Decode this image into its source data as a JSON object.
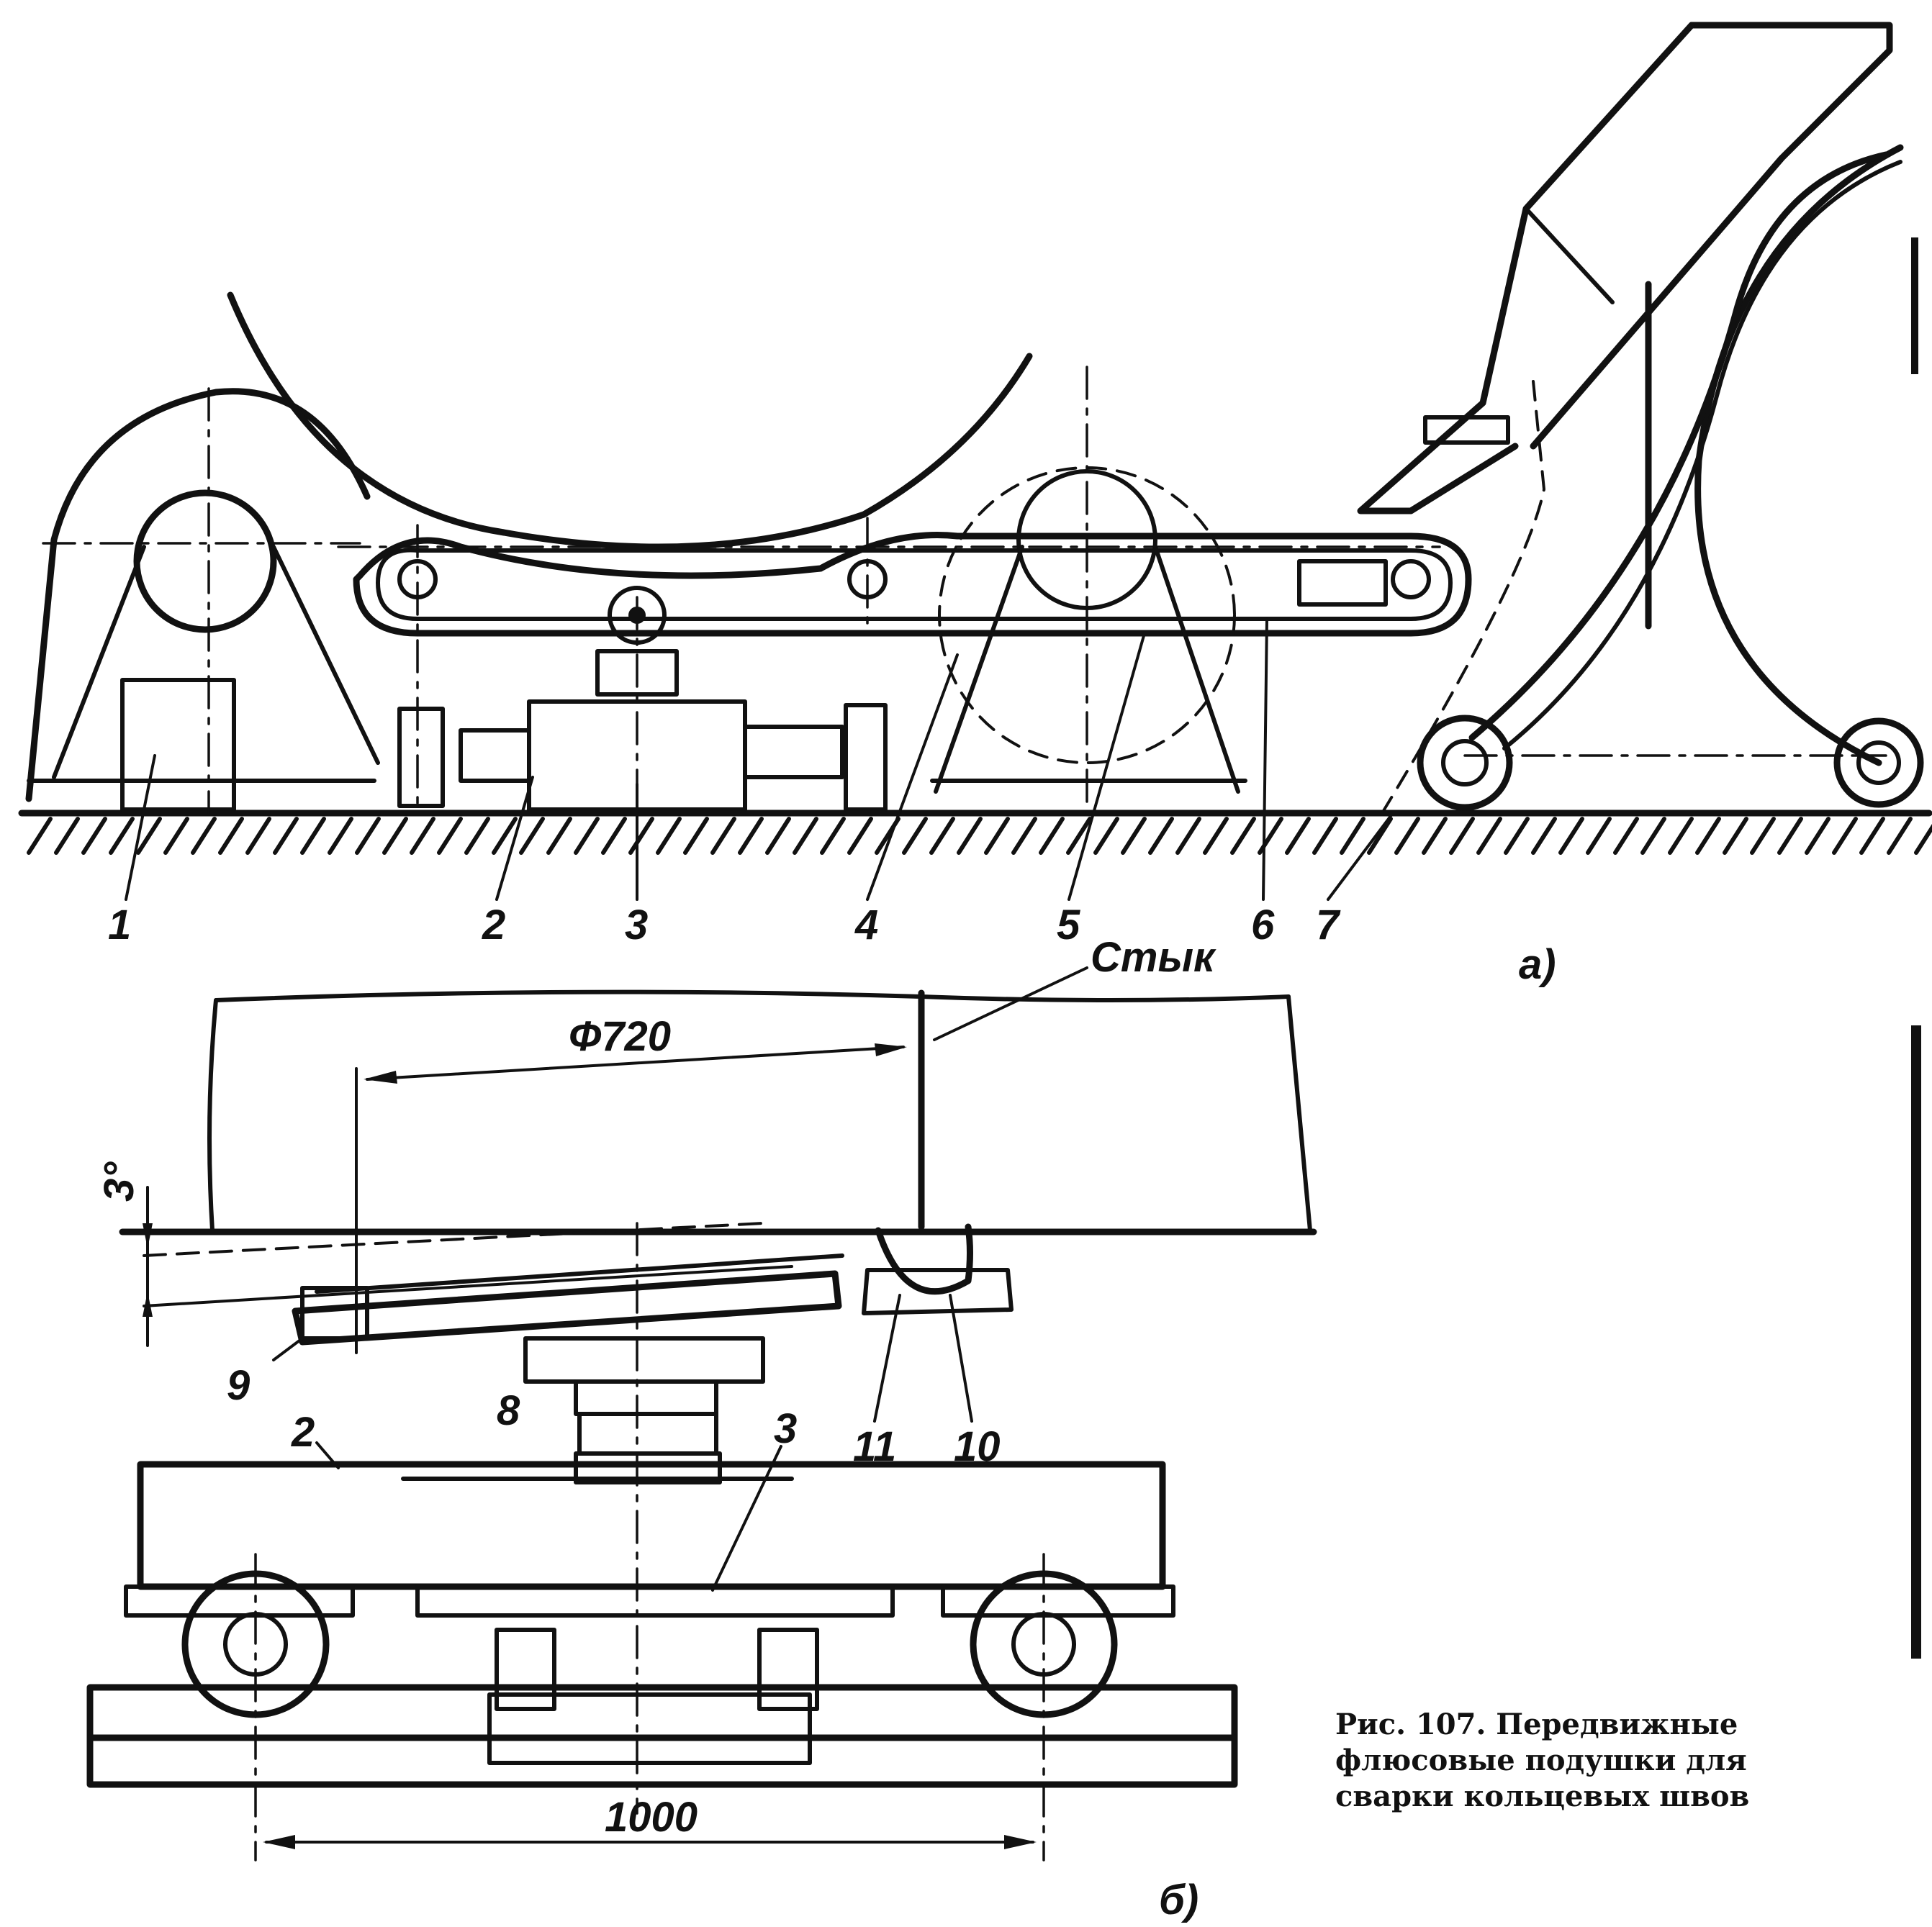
{
  "figure": {
    "caption_lines": [
      "Рис. 107. Передвижные",
      "флюсовые подушки для",
      "сварки кольцевых швов"
    ],
    "view_a_label": "а)",
    "view_b_label": "б)",
    "joint_label": "Стык",
    "diameter_label": "Ф720",
    "angle_label": "3°",
    "wheelbase_label": "1000"
  },
  "callouts_a": [
    "1",
    "2",
    "3",
    "4",
    "5",
    "6",
    "7"
  ],
  "callouts_b": [
    "9",
    "8",
    "2",
    "3",
    "11",
    "10"
  ]
}
